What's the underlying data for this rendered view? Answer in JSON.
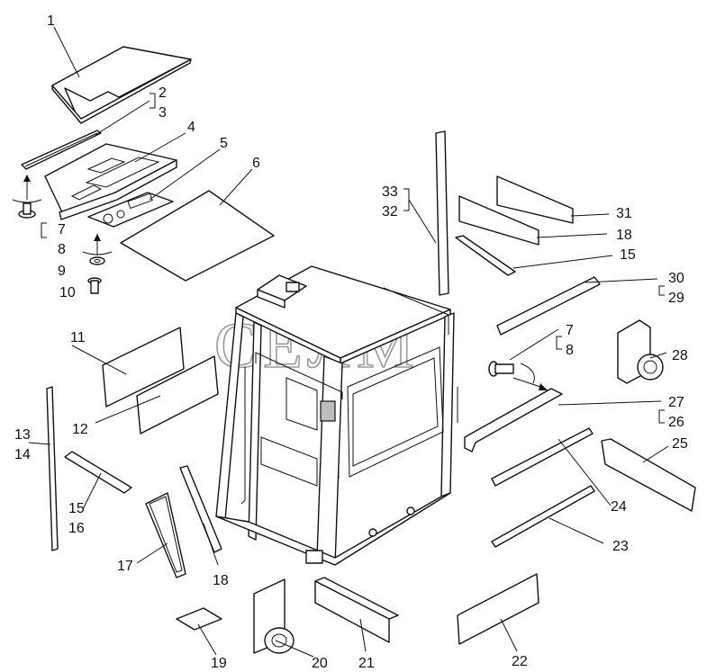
{
  "watermark": "СЕЛМ",
  "callouts": [
    "1",
    "2",
    "3",
    "4",
    "5",
    "6",
    "7",
    "8",
    "9",
    "10",
    "11",
    "12",
    "13",
    "14",
    "15",
    "16",
    "17",
    "18",
    "19",
    "20",
    "21",
    "22",
    "23",
    "24",
    "25",
    "26",
    "27",
    "28",
    "29",
    "30",
    "31",
    "32",
    "33"
  ],
  "labels": {
    "l1": "1",
    "l2": "2",
    "l3": "3",
    "l4": "4",
    "l5": "5",
    "l6": "6",
    "l7a": "7",
    "l8a": "8",
    "l9": "9",
    "l10": "10",
    "l11": "11",
    "l12": "12",
    "l13": "13",
    "l14": "14",
    "l15a": "15",
    "l16": "16",
    "l17": "17",
    "l18a": "18",
    "l19": "19",
    "l20": "20",
    "l21": "21",
    "l22": "22",
    "l23": "23",
    "l24": "24",
    "l25": "25",
    "l26": "26",
    "l27": "27",
    "l28": "28",
    "l29": "29",
    "l30": "30",
    "l31": "31",
    "l18b": "18",
    "l15b": "15",
    "l7b": "7",
    "l8b": "8",
    "l32": "32",
    "l33": "33"
  }
}
